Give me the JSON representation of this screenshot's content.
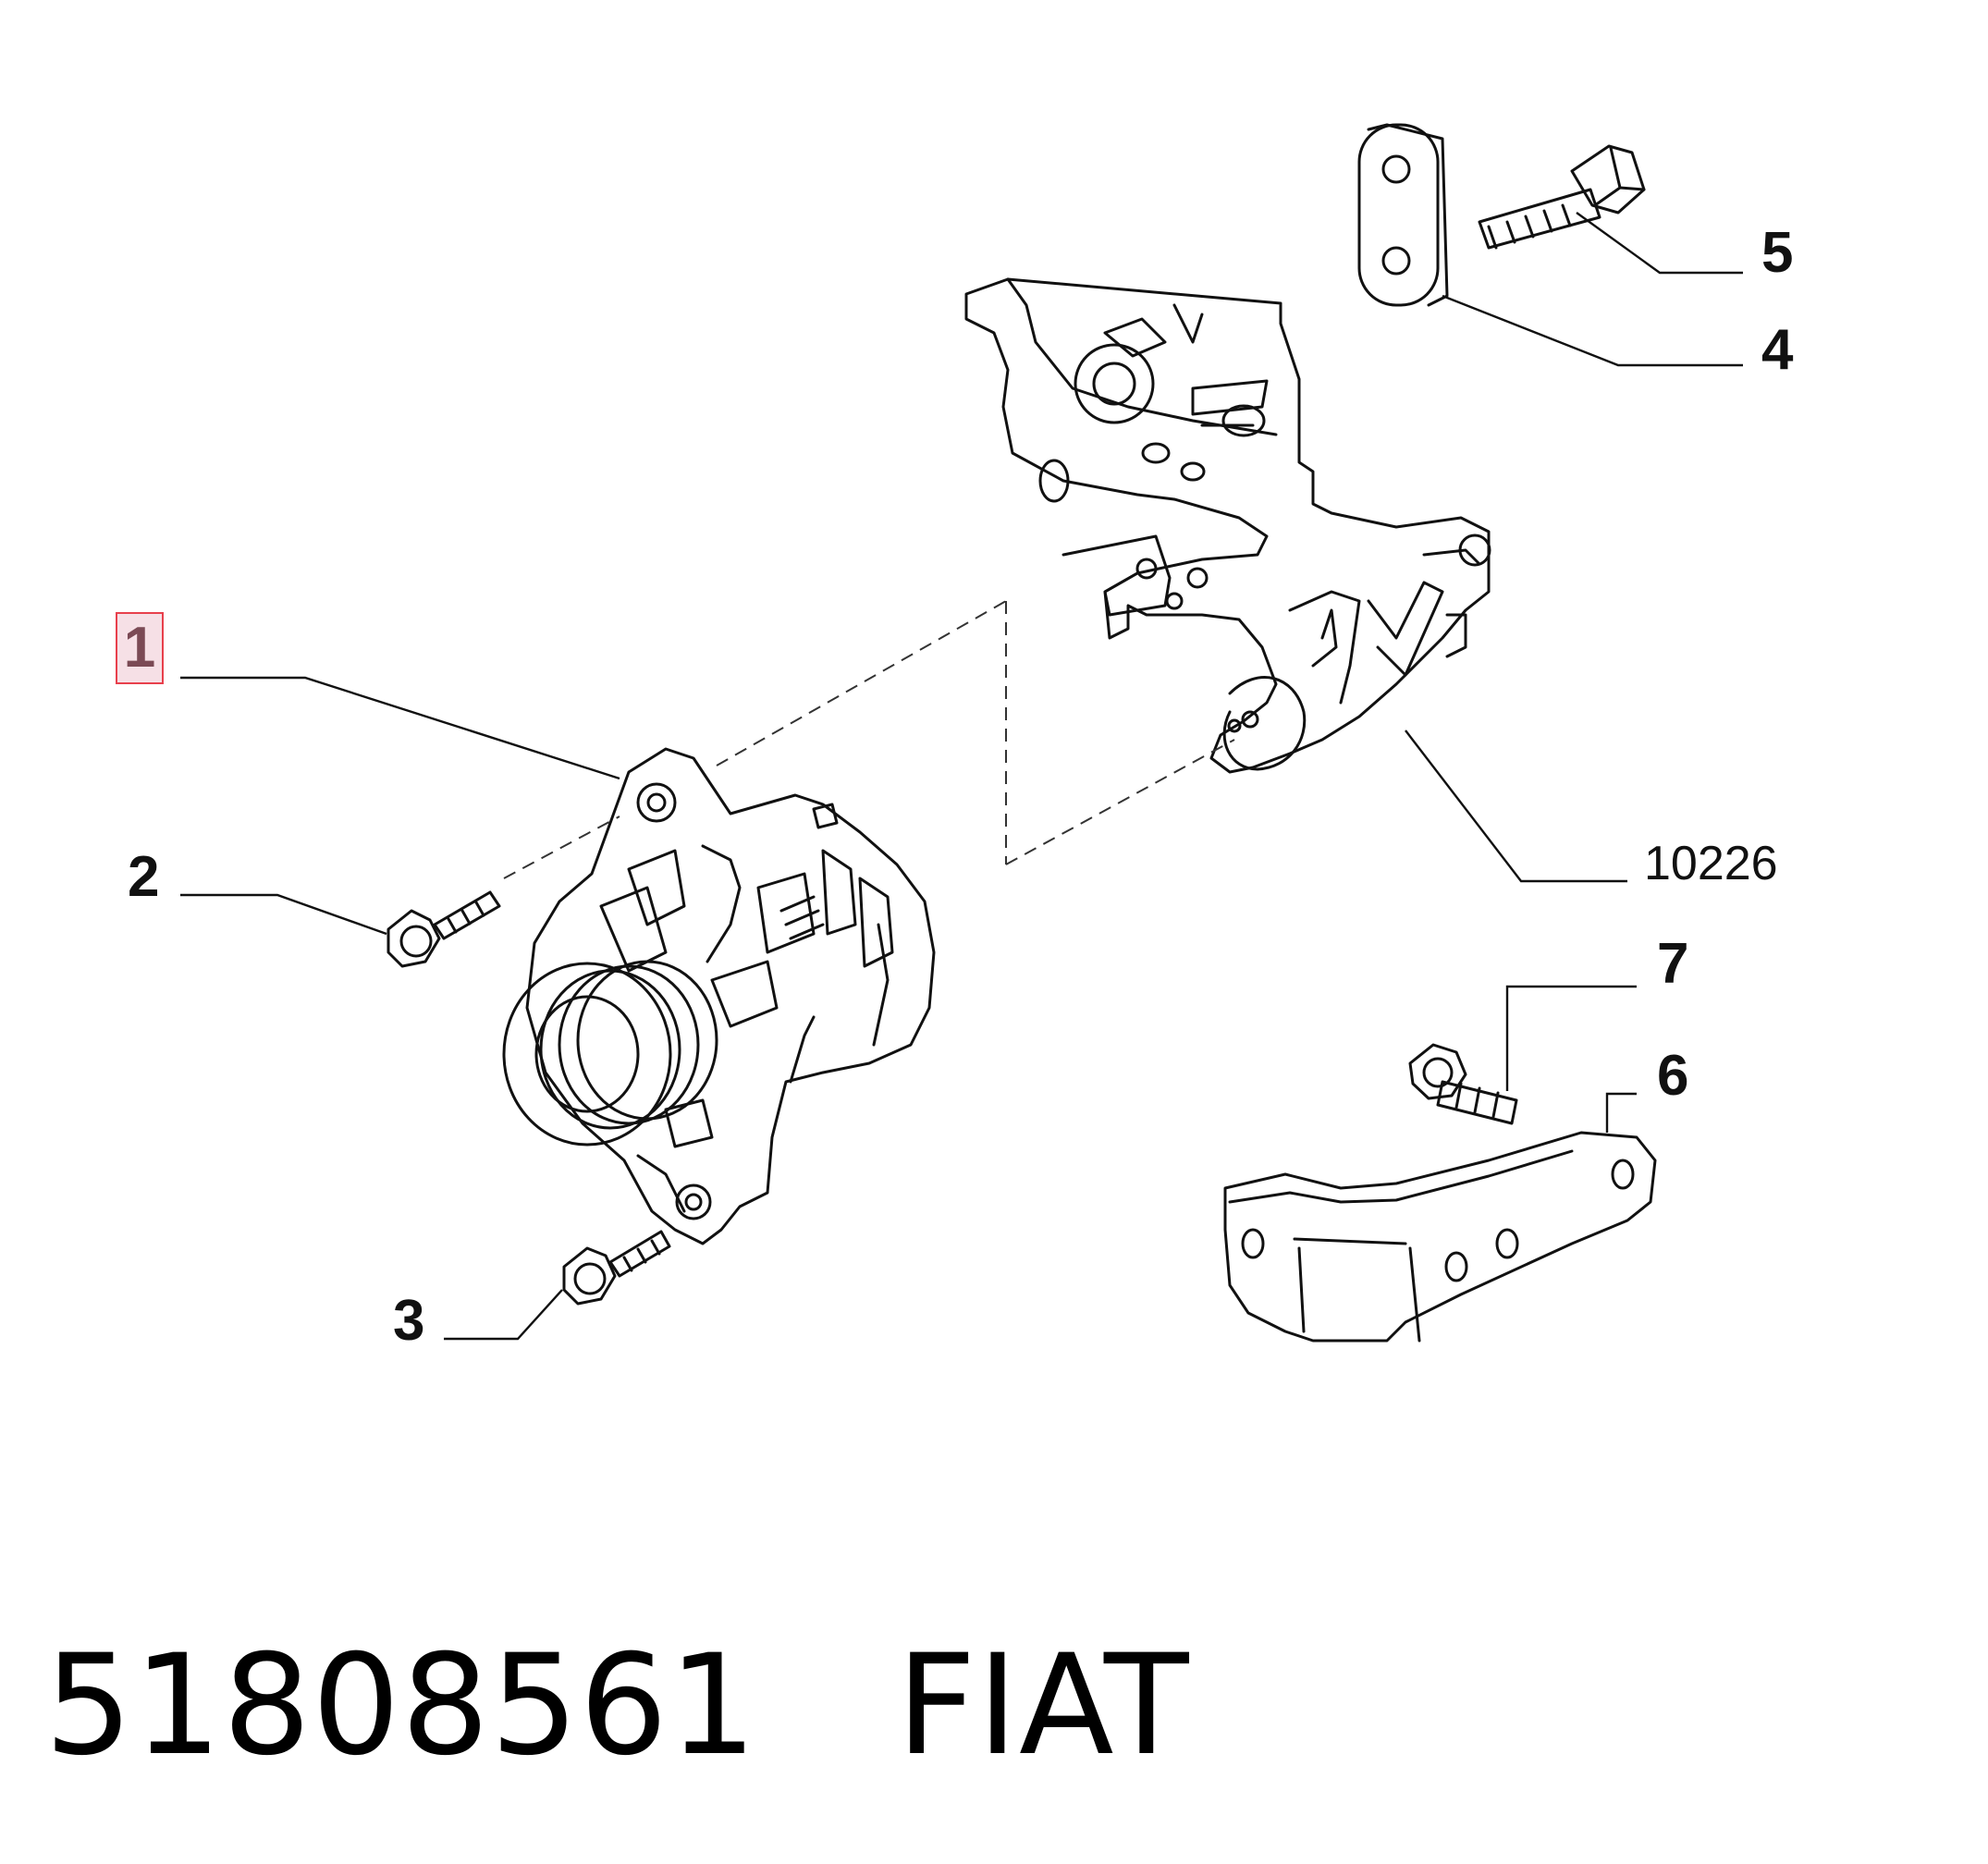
{
  "diagram": {
    "callouts": {
      "c1": "1",
      "c2": "2",
      "c3": "3",
      "c4": "4",
      "c5": "5",
      "c6": "6",
      "c7": "7",
      "c10226": "10226"
    },
    "highlight_color": "#e8404c"
  },
  "caption": {
    "part_number": "51808561",
    "brand": "FIAT"
  }
}
